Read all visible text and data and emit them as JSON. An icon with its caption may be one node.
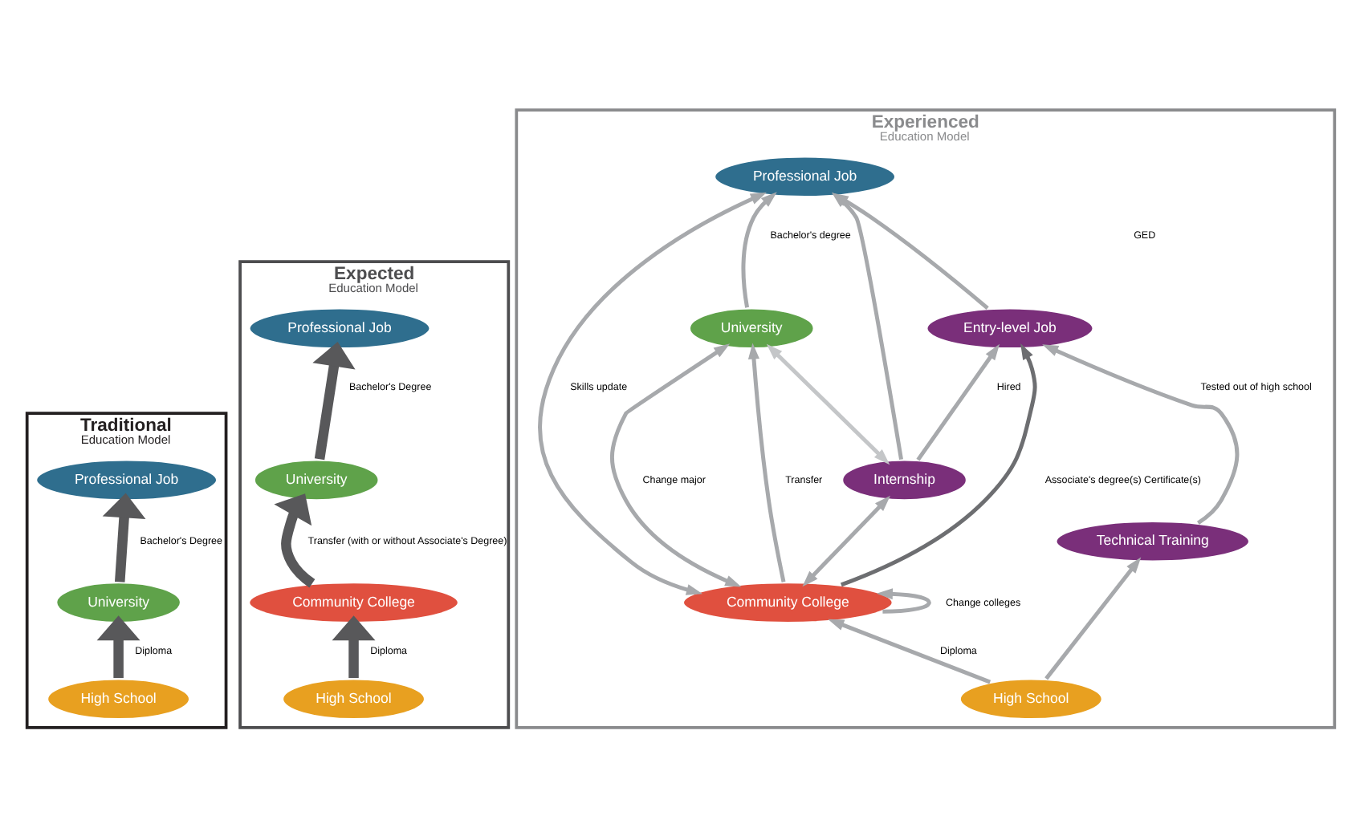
{
  "diagram": {
    "nodes": [
      {
        "text": [
          "Traditional",
          "Education Model"
        ]
      },
      {
        "text": [
          "Professional Job"
        ],
        "in": 0
      },
      {
        "text": [
          "University"
        ],
        "in": 0
      },
      {
        "text": [
          "High School"
        ],
        "in": 0
      },
      {
        "text": [
          "Expected",
          "Education Model"
        ]
      },
      {
        "text": [
          "Professional Job"
        ],
        "in": 4
      },
      {
        "text": [
          "University"
        ],
        "in": 4
      },
      {
        "text": [
          "Community College"
        ],
        "in": 4
      },
      {
        "text": [
          "High School"
        ],
        "in": 4
      },
      {
        "text": [
          "Experienced",
          "Education Model"
        ]
      },
      {
        "text": [
          "Professional Job"
        ],
        "in": 9
      },
      {
        "text": [
          "University"
        ],
        "in": 9
      },
      {
        "text": [
          "Entry-level Job"
        ],
        "in": 9
      },
      {
        "text": [
          "Internship"
        ],
        "in": 9
      },
      {
        "text": [
          "Community College"
        ],
        "in": 9
      },
      {
        "text": [
          "Technical Training"
        ],
        "in": 9
      },
      {
        "text": [
          "High School"
        ],
        "in": 9
      }
    ],
    "edges": [
      {
        "from": 3,
        "to": 2,
        "arrow": "to",
        "label": "Diploma",
        "style": "thick",
        "color": "#58585a"
      },
      {
        "from": 2,
        "to": 1,
        "arrow": "to",
        "label": "Bachelor's Degree",
        "style": "thick",
        "color": "#58585a"
      },
      {
        "from": 8,
        "to": 7,
        "arrow": "to",
        "label": "Diploma",
        "style": "thick",
        "color": "#58585a"
      },
      {
        "from": 7,
        "to": 6,
        "arrow": "to",
        "label": "Transfer (with or without Associate's Degree)",
        "style": "thick",
        "color": "#58585a"
      },
      {
        "from": 6,
        "to": 5,
        "arrow": "to",
        "label": "Bachelor's Degree",
        "style": "thick",
        "color": "#58585a"
      },
      {
        "from": 11,
        "to": 10,
        "arrow": "to",
        "label": "Bachelor's degree"
      },
      {
        "from": 14,
        "to": 10,
        "arrow": "both",
        "label": "Skills update"
      },
      {
        "from": 13,
        "to": 10,
        "arrow": "to"
      },
      {
        "from": 12,
        "to": 10,
        "arrow": "to"
      },
      {
        "from": 13,
        "to": 11,
        "arrow": "both",
        "color": "#c4c6c8"
      },
      {
        "from": 14,
        "to": 12,
        "arrow": "to",
        "label": "Associate's degree(s) Certificate(s)",
        "color": "#6d6e71"
      },
      {
        "from": 13,
        "to": 12,
        "arrow": "to",
        "label": "Hired"
      },
      {
        "from": 14,
        "to": 13,
        "arrow": "both"
      },
      {
        "from": 15,
        "to": 12,
        "arrow": "to"
      },
      {
        "from": 14,
        "to": 11,
        "arrow": "both",
        "label": "Change major"
      },
      {
        "from": 14,
        "to": 11,
        "arrow": "to",
        "label": "Transfer"
      },
      {
        "from": 14,
        "to": 14,
        "arrow": "to",
        "label": "Change colleges"
      },
      {
        "from": 16,
        "to": 14,
        "arrow": "to",
        "label": "Diploma"
      },
      {
        "from": 16,
        "to": 15,
        "arrow": "to"
      }
    ],
    "labels": [
      "Tested out of high school",
      "GED"
    ]
  }
}
